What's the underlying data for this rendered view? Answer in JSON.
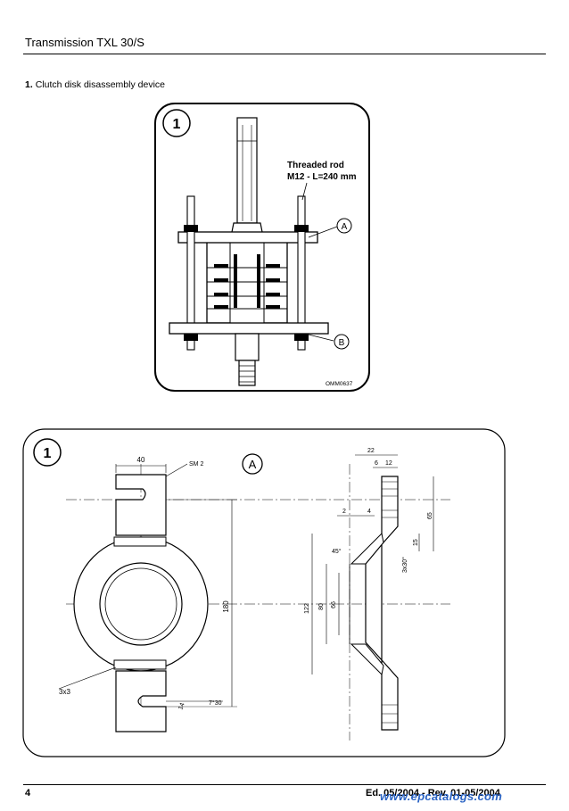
{
  "header": {
    "title": "Transmission TXL 30/S"
  },
  "section": {
    "number": "1.",
    "title": "Clutch disk disassembly device"
  },
  "figure1": {
    "badge": "1",
    "label_line1": "Threaded rod",
    "label_line2": "M12 - L=240 mm",
    "callout_a": "A",
    "callout_b": "B",
    "code": "OMM0637"
  },
  "figure2": {
    "badge": "1",
    "callout_a": "A",
    "dims": {
      "d40": "40",
      "sm2": "SM 2",
      "d180": "180",
      "chamfer": "3x3",
      "d14": "14",
      "angle730": "7°30",
      "d22": "22",
      "d6": "6",
      "d12": "12",
      "d2": "2",
      "d4": "4",
      "d65": "65",
      "d15": "15",
      "a45": "45°",
      "d3x30": "3x30°",
      "d122": "122",
      "d80": "80",
      "d66": "66"
    }
  },
  "footer": {
    "page": "4",
    "edition": "Ed. 05/2004 - Rev. 01-05/2004",
    "watermark": "www.epcatalogs.com"
  }
}
